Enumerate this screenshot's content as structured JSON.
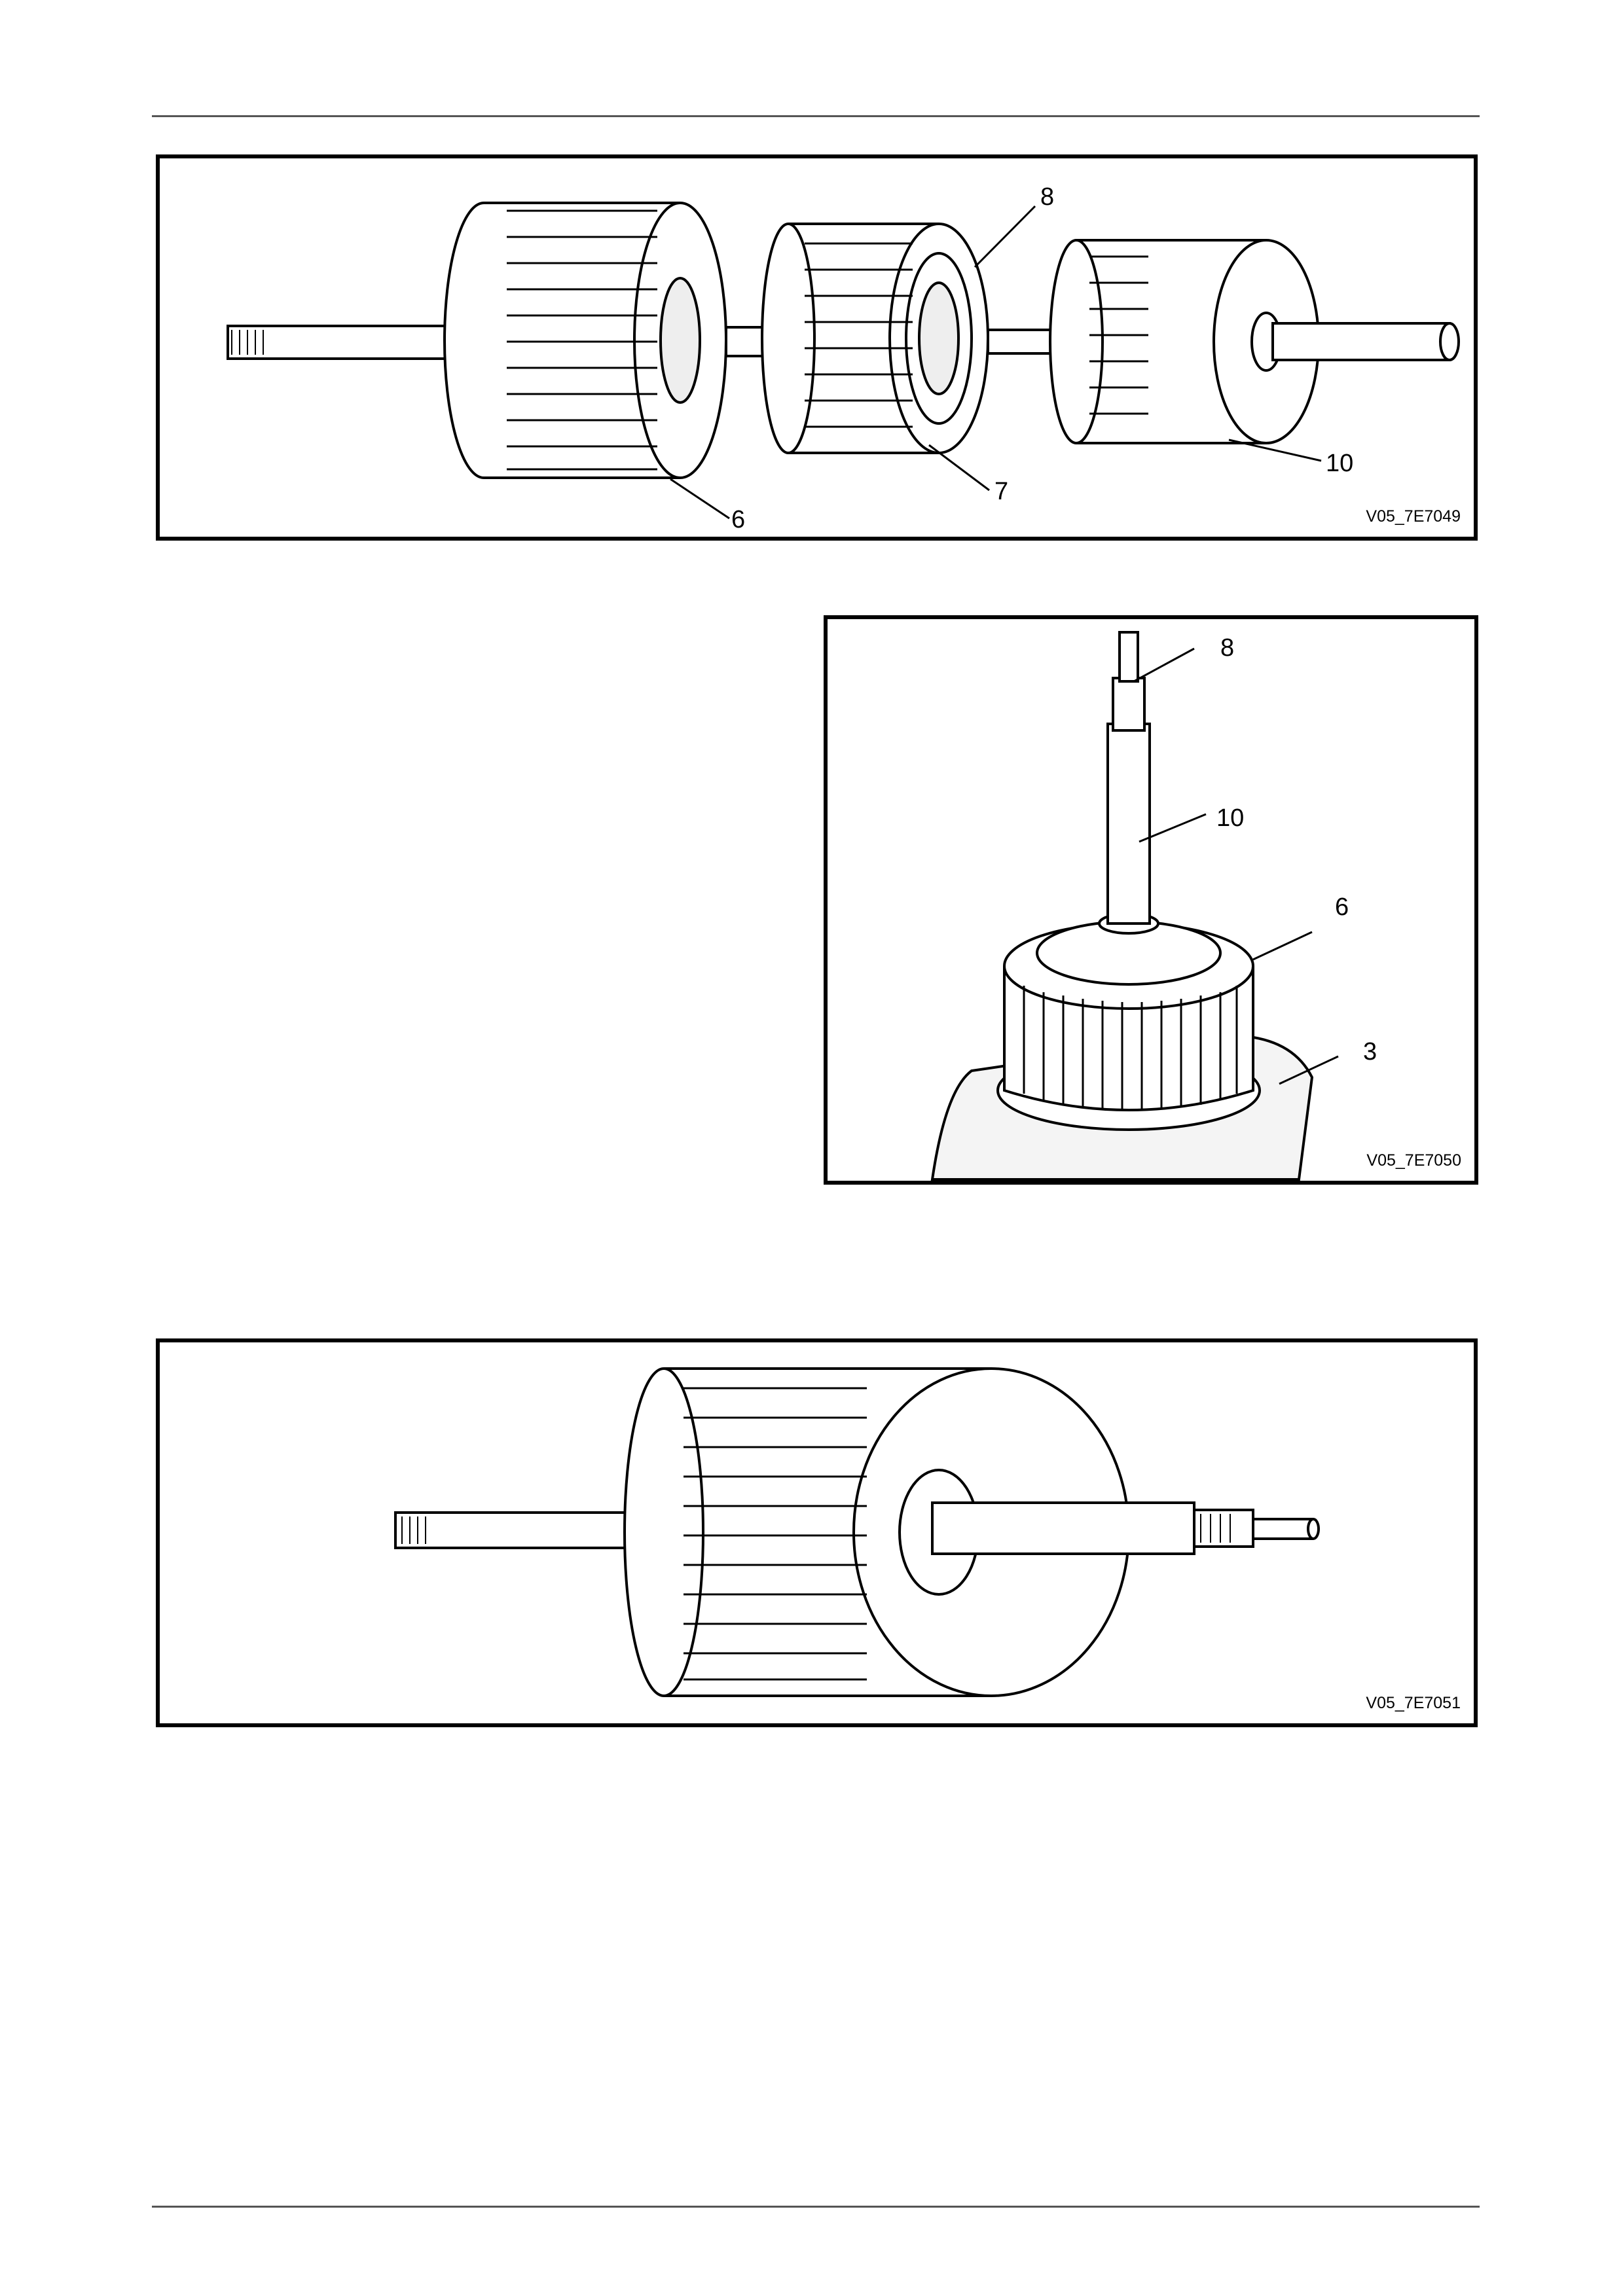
{
  "figures": [
    {
      "code": "V05_7E7049",
      "callouts": [
        "8",
        "10",
        "7",
        "6"
      ]
    },
    {
      "code": "V05_7E7050",
      "callouts": [
        "8",
        "10",
        "6",
        "3"
      ]
    },
    {
      "code": "V05_7E7051",
      "callouts": []
    }
  ]
}
